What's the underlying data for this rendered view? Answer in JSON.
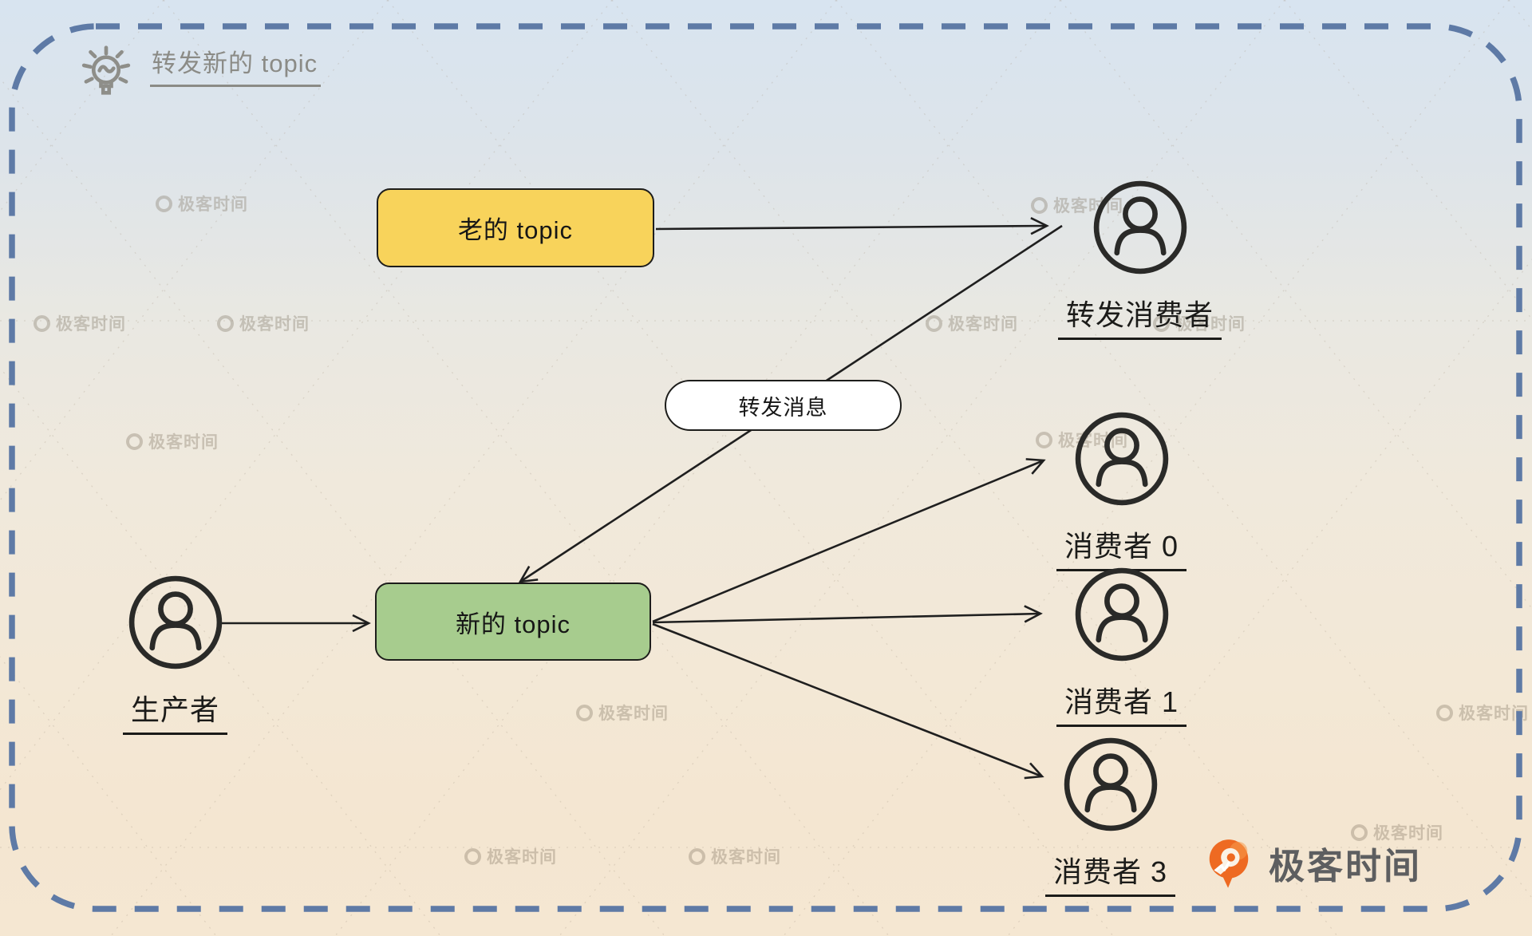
{
  "diagram": {
    "title": "转发新的 topic",
    "nodes": {
      "old_topic": {
        "label": "老的 topic",
        "type": "box",
        "fill": "#f8d35b"
      },
      "forward_message": {
        "label": "转发消息",
        "type": "pill",
        "fill": "#ffffff"
      },
      "new_topic": {
        "label": "新的 topic",
        "type": "box",
        "fill": "#a7cc8e"
      },
      "producer": {
        "label": "生产者",
        "type": "person"
      },
      "forward_consumer": {
        "label": "转发消费者",
        "type": "person"
      },
      "consumer_0": {
        "label": "消费者 0",
        "type": "person"
      },
      "consumer_1": {
        "label": "消费者 1",
        "type": "person"
      },
      "consumer_3": {
        "label": "消费者 3",
        "type": "person"
      }
    },
    "edges": [
      {
        "from": "old_topic",
        "to": "forward_consumer"
      },
      {
        "from": "forward_consumer",
        "to": "new_topic",
        "label_node": "forward_message"
      },
      {
        "from": "producer",
        "to": "new_topic"
      },
      {
        "from": "new_topic",
        "to": "consumer_0"
      },
      {
        "from": "new_topic",
        "to": "consumer_1"
      },
      {
        "from": "new_topic",
        "to": "consumer_3"
      }
    ]
  },
  "branding": {
    "logo_text": "极客时间",
    "watermark_text": "极客时间"
  },
  "colors": {
    "dashed_border": "#5e7aa6",
    "arrow": "#1f1f1f",
    "old_topic_fill": "#f8d35b",
    "new_topic_fill": "#a7cc8e",
    "pill_fill": "#ffffff",
    "title_gray": "#8b8b86",
    "label_black": "#1b1b19",
    "logo_orange": "#ee6a22",
    "logo_text_gray": "#5d5e60",
    "background_top": "#d8e4f0",
    "background_bottom": "#f5e7d2"
  }
}
